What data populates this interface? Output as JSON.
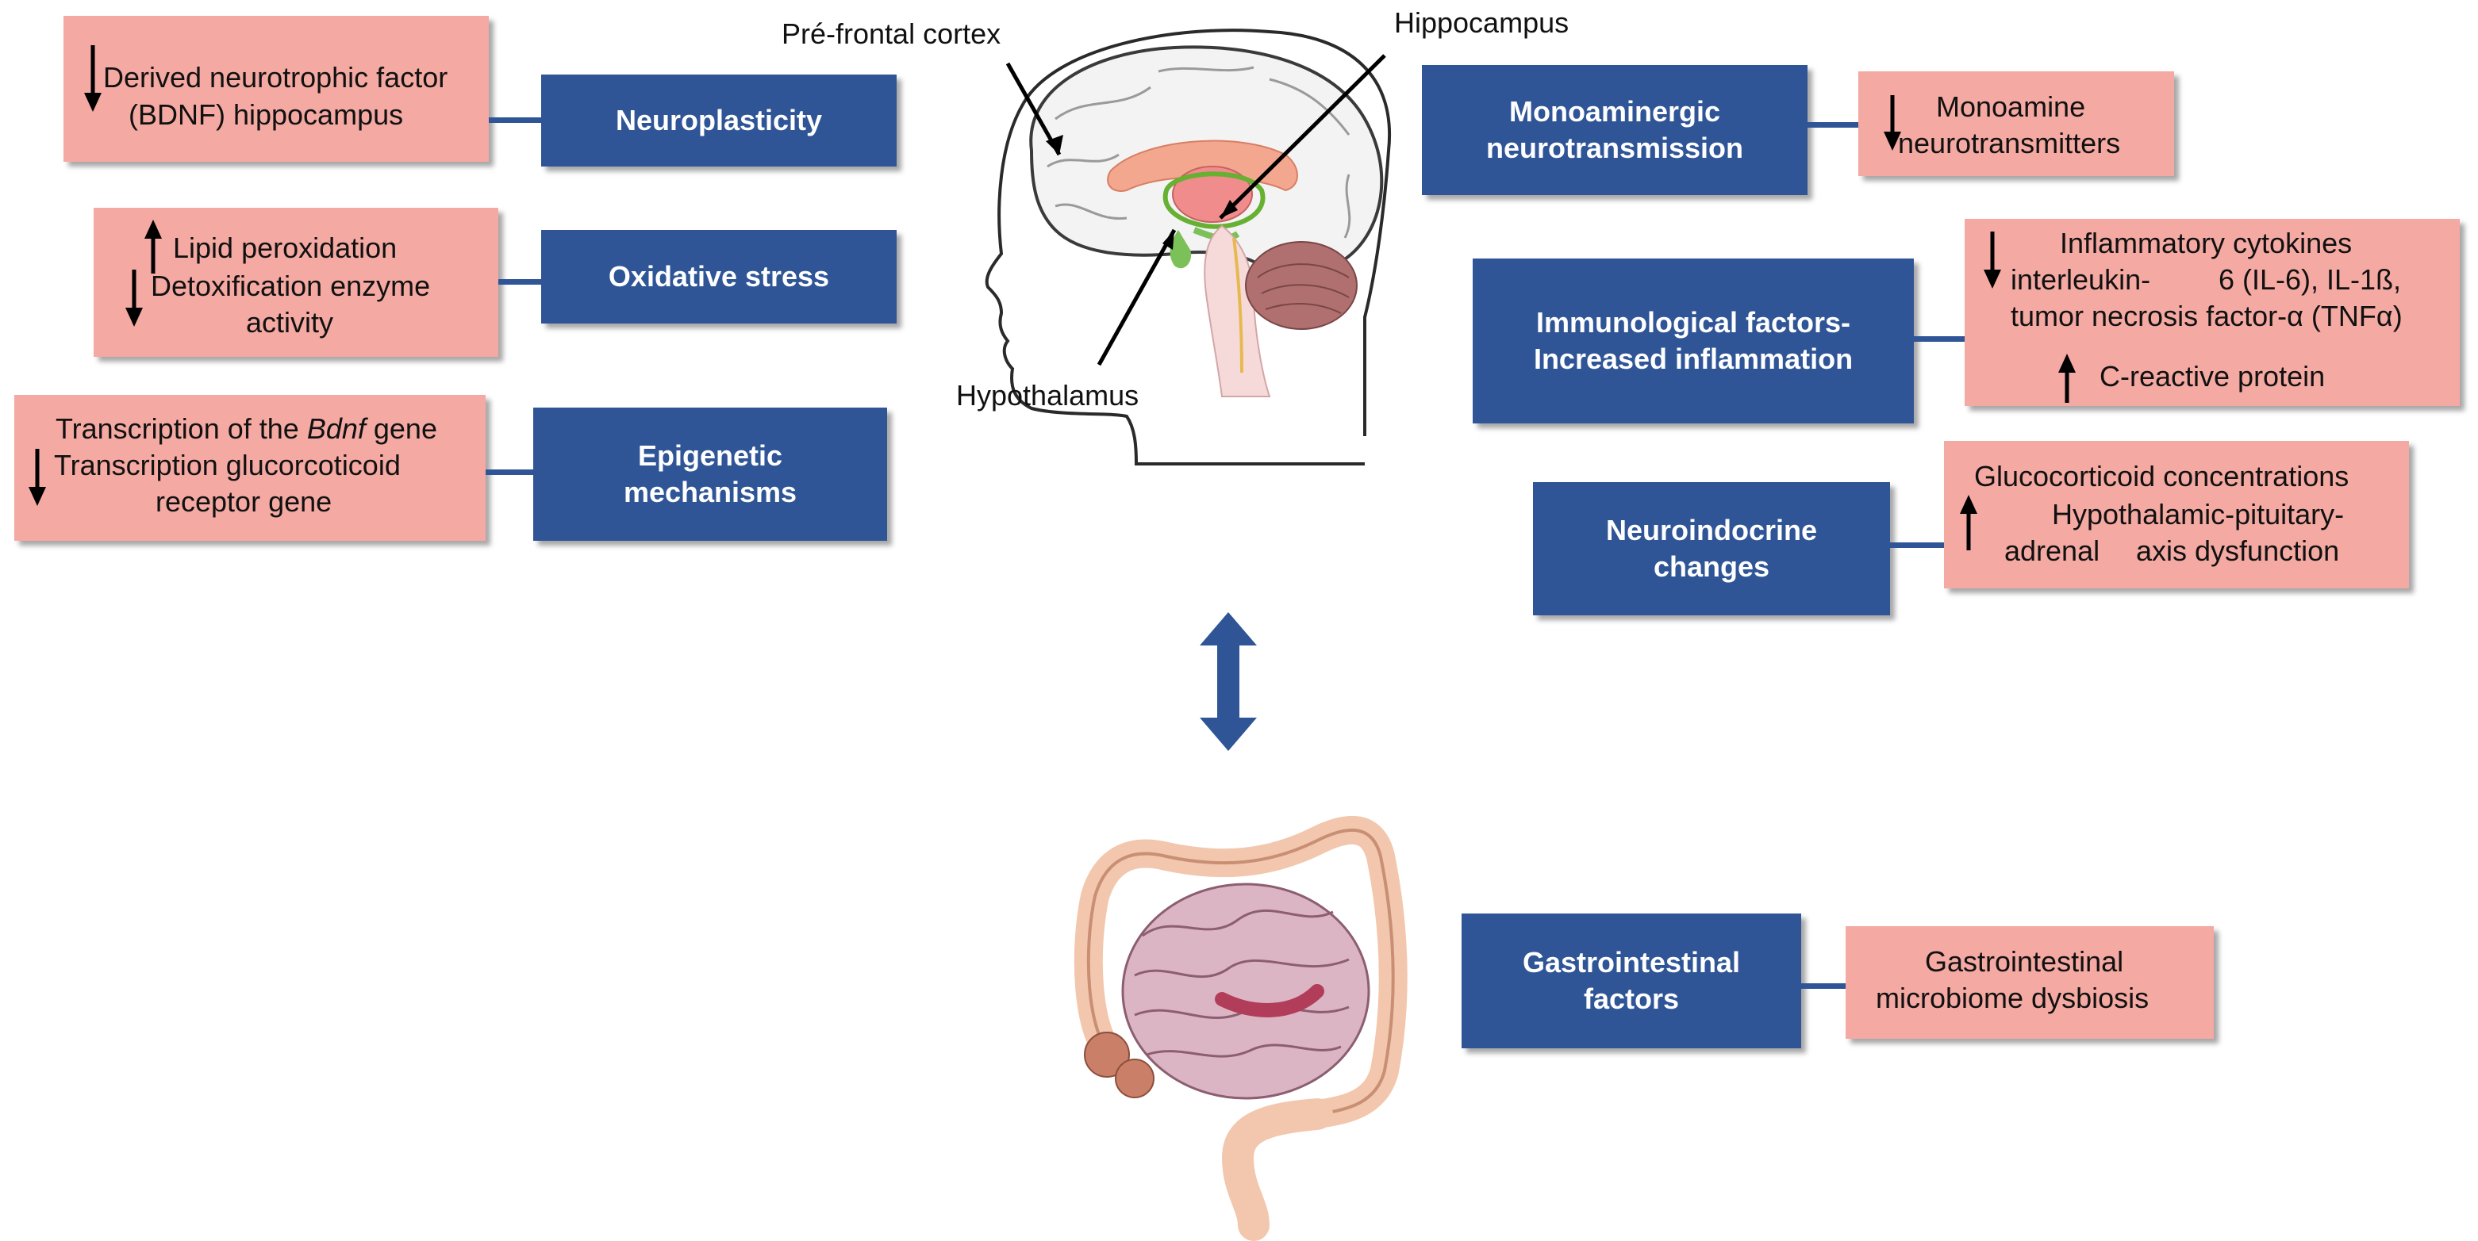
{
  "colors": {
    "box_blue": "#2f5597",
    "box_pink": "#f4a9a2",
    "arrow_blue": "#2f5597"
  },
  "left": {
    "neuroplasticity": {
      "title": "Neuroplasticity",
      "line1": "Derived neurotrophic factor",
      "line2": "(BDNF) hippocampus",
      "arrow": "down"
    },
    "oxidative": {
      "title": "Oxidative stress",
      "line1": "Lipid peroxidation",
      "line2": "Detoxification enzyme",
      "line3": "activity",
      "arrow1": "up",
      "arrow2": "down"
    },
    "epigenetic": {
      "title_1": "Epigenetic",
      "title_2": "mechanisms",
      "line1_pre": "Transcription of the ",
      "line1_italic": "Bdnf",
      "line1_post": " gene",
      "line2": "Transcription glucorcoticoid",
      "line3": "receptor gene",
      "arrow": "down"
    }
  },
  "brain": {
    "prefrontal": "Pré-frontal cortex",
    "hippocampus": "Hippocampus",
    "hypothalamus": "Hypothalamus"
  },
  "right": {
    "monoaminergic": {
      "title_1": "Monoaminergic",
      "title_2": "neurotransmission",
      "line1": "Monoamine",
      "line2": "neurotransmitters",
      "arrow": "down"
    },
    "immunological": {
      "title_1": "Immunological factors-",
      "title_2": "Increased inflammation",
      "line1": "Inflammatory cytokines",
      "line2a": "interleukin-",
      "line2b": "6 (IL-6), IL-1ß,",
      "line3": "tumor necrosis factor-α (TNFα)",
      "line4": "C-reactive protein",
      "arrow1": "down",
      "arrow2": "up"
    },
    "neuroendocrine": {
      "title_1": "Neuroindocrine",
      "title_2": "changes",
      "line1": "Glucocorticoid concentrations",
      "line2": "Hypothalamic-pituitary-",
      "line3a": "adrenal",
      "line3b": "axis dysfunction",
      "arrow": "up"
    },
    "gastro": {
      "title_1": "Gastrointestinal",
      "title_2": "factors",
      "line1": "Gastrointestinal",
      "line2": "microbiome dysbiosis"
    }
  }
}
